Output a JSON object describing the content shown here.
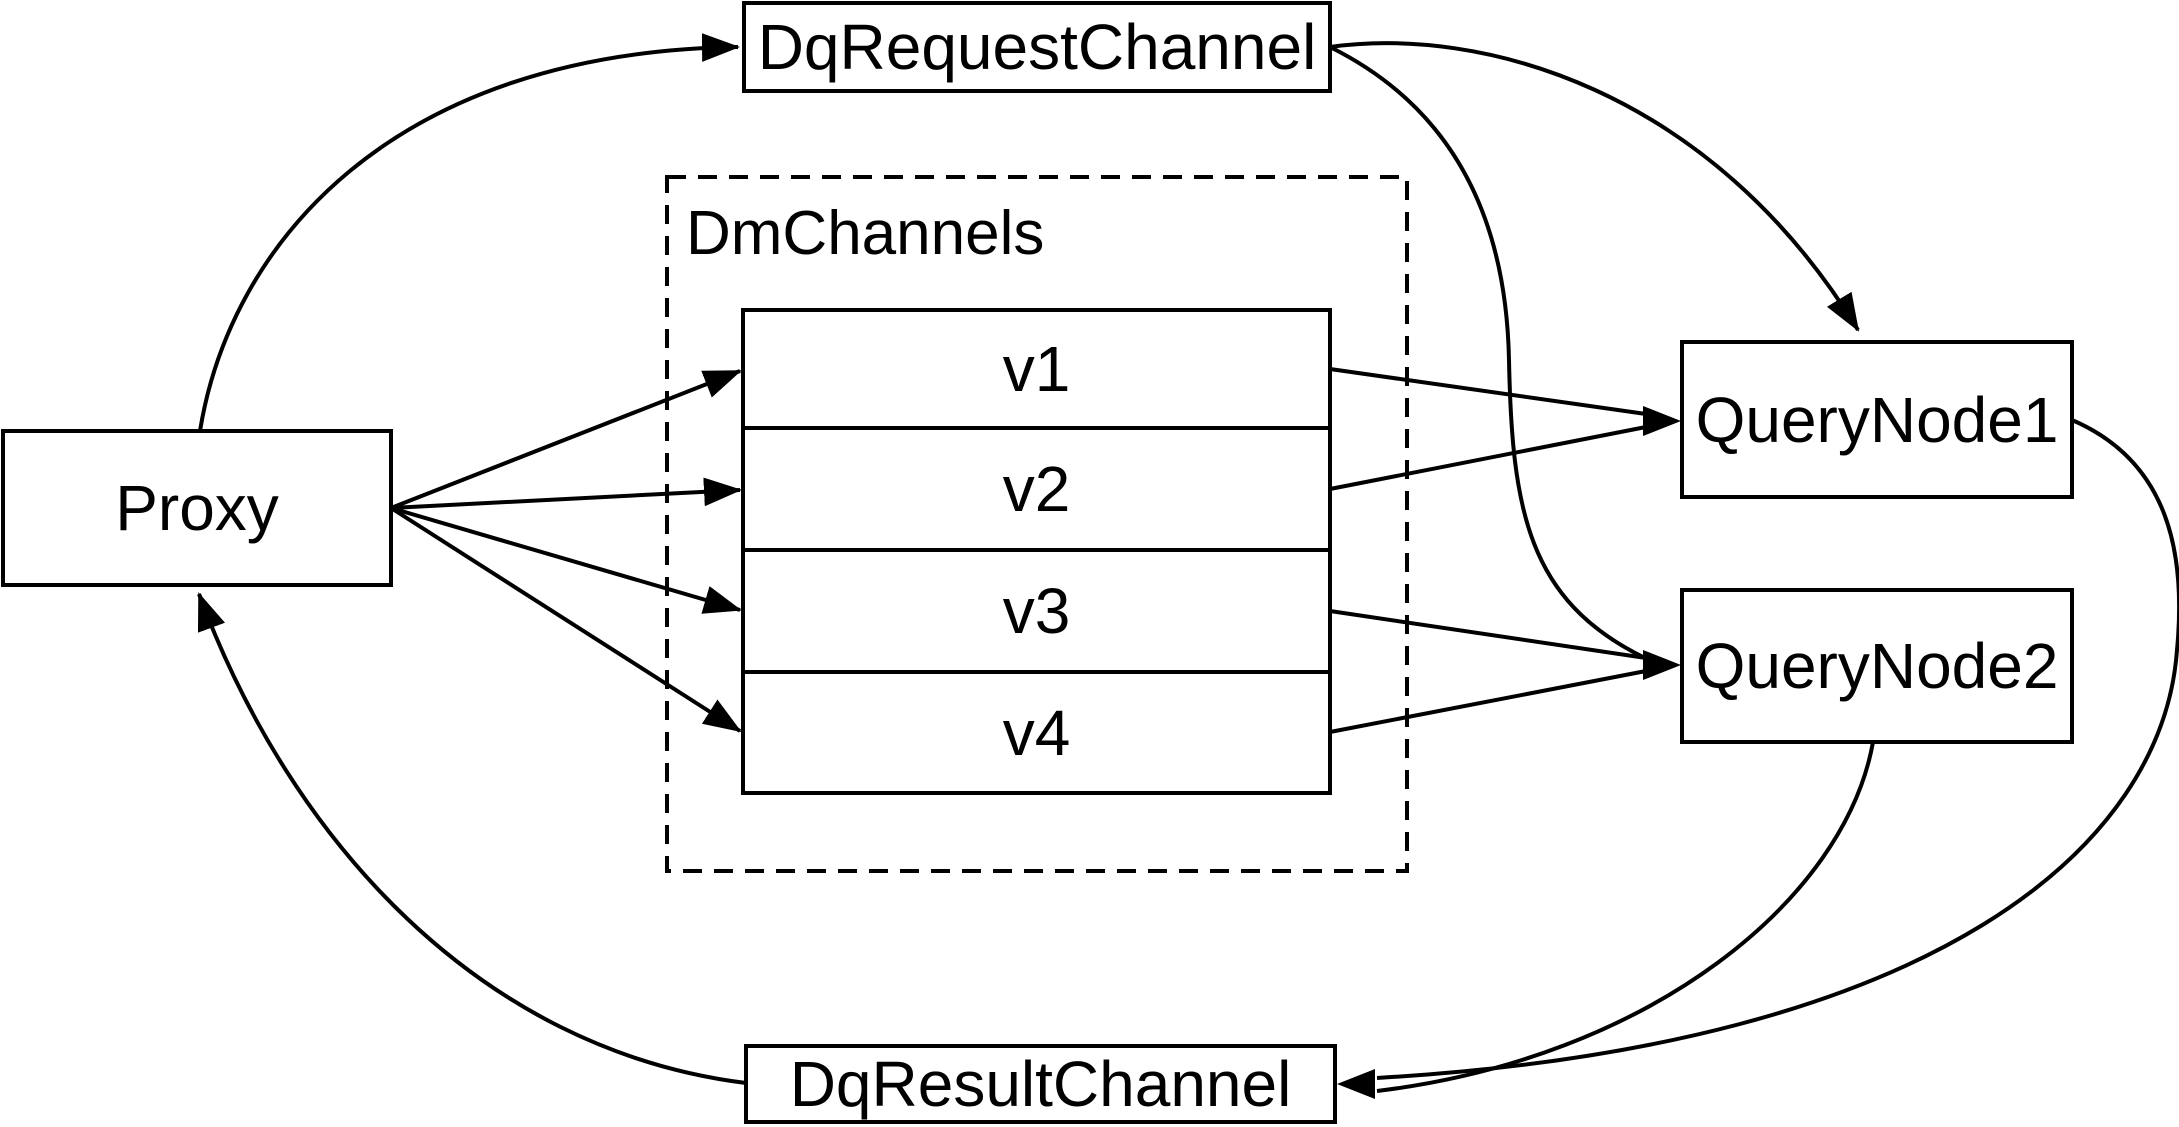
{
  "diagram": {
    "type": "flow-diagram",
    "colors": {
      "stroke": "#000000",
      "fill": "#ffffff",
      "background": "#ffffff"
    },
    "nodes": {
      "dq_request_channel": {
        "label": "DqRequestChannel",
        "shape": "rect"
      },
      "proxy": {
        "label": "Proxy",
        "shape": "rect"
      },
      "dm_channels": {
        "label": "DmChannels",
        "shape": "dashed-group",
        "channels": [
          "v1",
          "v2",
          "v3",
          "v4"
        ]
      },
      "query_node_1": {
        "label": "QueryNode1",
        "shape": "rect"
      },
      "query_node_2": {
        "label": "QueryNode2",
        "shape": "rect"
      },
      "dq_result_channel": {
        "label": "DqResultChannel",
        "shape": "rect"
      }
    },
    "edges": [
      {
        "from": "Proxy",
        "to": "DqRequestChannel"
      },
      {
        "from": "DqRequestChannel",
        "to": "QueryNode1"
      },
      {
        "from": "DqRequestChannel",
        "to": "QueryNode2"
      },
      {
        "from": "Proxy",
        "to": "v1"
      },
      {
        "from": "Proxy",
        "to": "v2"
      },
      {
        "from": "Proxy",
        "to": "v3"
      },
      {
        "from": "Proxy",
        "to": "v4"
      },
      {
        "from": "v1",
        "to": "QueryNode1"
      },
      {
        "from": "v2",
        "to": "QueryNode1"
      },
      {
        "from": "v3",
        "to": "QueryNode2"
      },
      {
        "from": "v4",
        "to": "QueryNode2"
      },
      {
        "from": "QueryNode1",
        "to": "DqResultChannel"
      },
      {
        "from": "QueryNode2",
        "to": "DqResultChannel"
      },
      {
        "from": "DqResultChannel",
        "to": "Proxy"
      }
    ]
  }
}
